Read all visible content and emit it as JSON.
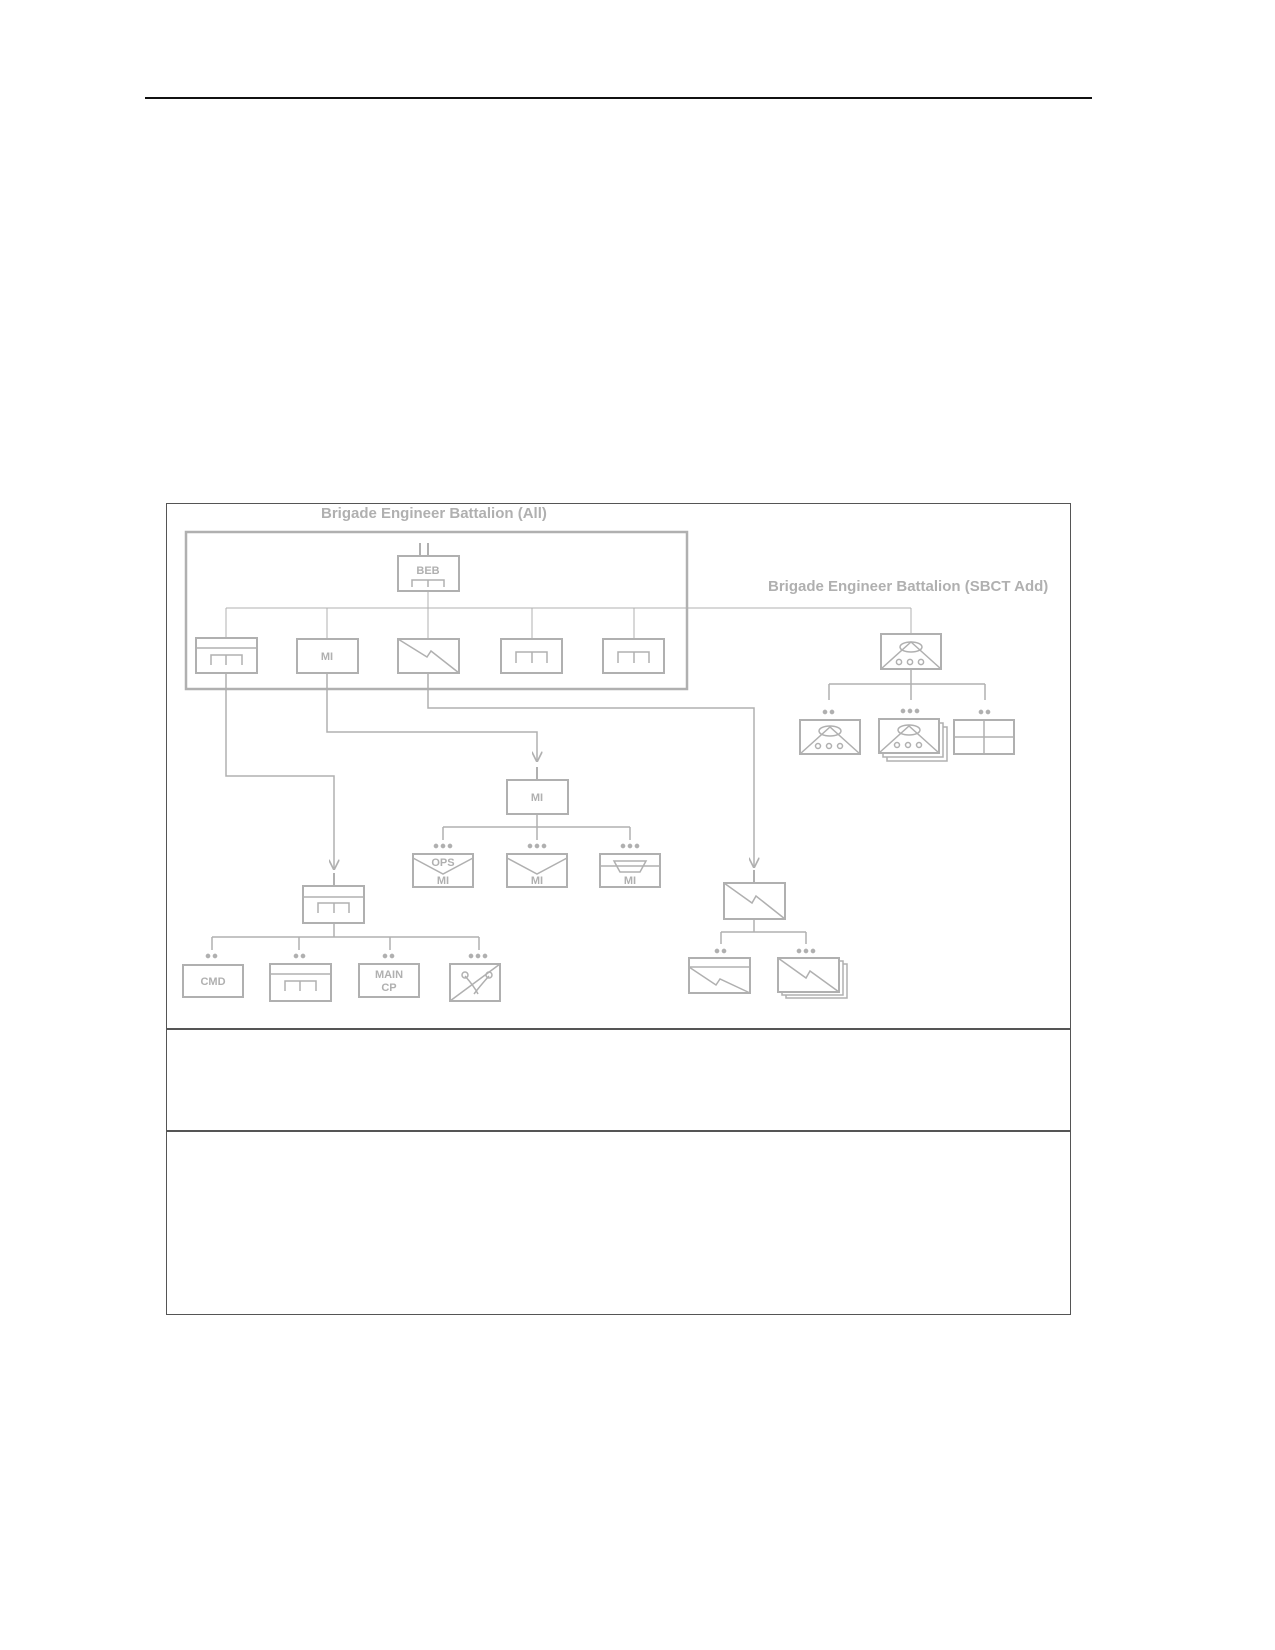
{
  "diagram": {
    "group_all_title": "Brigade Engineer Battalion (All)",
    "group_sbct_title": "Brigade Engineer Battalion (SBCT Add)",
    "labels": {
      "beb": "BEB",
      "mi": "MI",
      "ops": "OPS",
      "cmd": "CMD",
      "main": "MAIN",
      "cp": "CP"
    },
    "line_color": "#b0b0b0"
  }
}
